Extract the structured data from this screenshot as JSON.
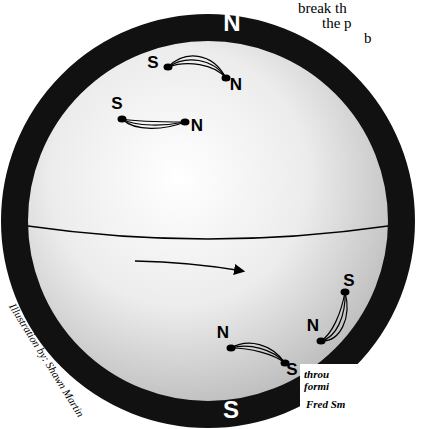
{
  "diagram": {
    "labels": [
      "break th",
      "the p",
      "b",
      "N",
      "S",
      "N",
      "S",
      "N",
      "S",
      "N",
      "N",
      "S",
      "Illustration by: Shawn Martin",
      "throu",
      "formi",
      "Fred Sm",
      "S"
    ]
  }
}
